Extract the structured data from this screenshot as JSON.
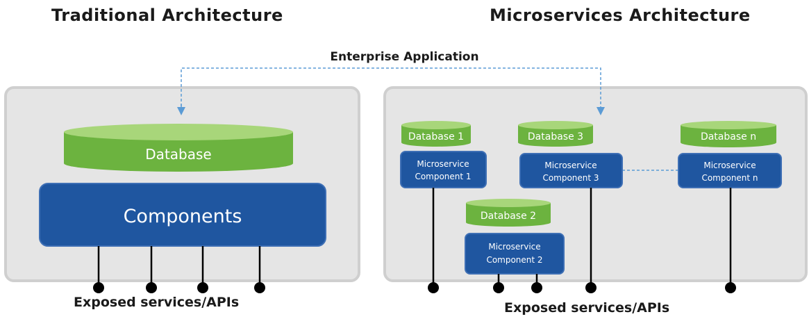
{
  "headings": {
    "traditional": "Traditional Architecture",
    "microservices": "Microservices Architecture"
  },
  "enterprise_label": "Enterprise Application",
  "traditional": {
    "database_label": "Database",
    "components_label": "Components",
    "exposed_label": "Exposed services/APIs"
  },
  "microservices": {
    "databases": [
      "Database 1",
      "Database 3",
      "Database n",
      "Database 2"
    ],
    "components": [
      [
        "Microservice",
        "Component 1"
      ],
      [
        "Microservice",
        "Component 3"
      ],
      [
        "Microservice",
        "Component n"
      ],
      [
        "Microservice",
        "Component 2"
      ]
    ],
    "exposed_label": "Exposed services/APIs"
  },
  "colors": {
    "panel_bg": "#e5e5e5",
    "panel_border": "#cfcfcf",
    "db_green_top": "#a8d67a",
    "db_green_side": "#6cb33f",
    "component_blue": "#1f56a0",
    "component_border": "#3e6fb5",
    "connector": "#000000",
    "dashed_link": "#5b9bd5"
  }
}
